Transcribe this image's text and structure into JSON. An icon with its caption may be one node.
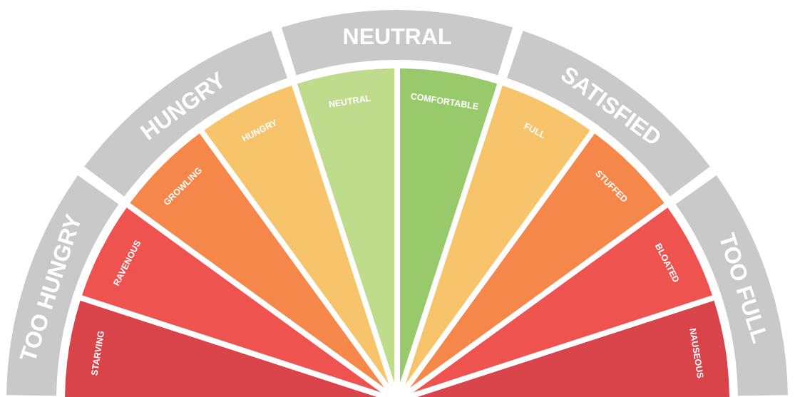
{
  "diagram": {
    "nodes": [
      {
        "text": [
          "TOO HUNGRY"
        ]
      },
      {
        "text": [
          "HUNGRY"
        ]
      },
      {
        "text": [
          "NEUTRAL"
        ]
      },
      {
        "text": [
          "SATISFIED"
        ]
      },
      {
        "text": [
          "TOO FULL"
        ]
      },
      {
        "text": [
          "STARVING"
        ]
      },
      {
        "text": [
          "RAVENOUS"
        ]
      },
      {
        "text": [
          "GROWLING"
        ]
      },
      {
        "text": [
          "HUNGRY"
        ]
      },
      {
        "text": [
          "NEUTRAL"
        ]
      },
      {
        "text": [
          "COMFORTABLE"
        ]
      },
      {
        "text": [
          "FULL"
        ]
      },
      {
        "text": [
          "STUFFED"
        ]
      },
      {
        "text": [
          "BLOATED"
        ]
      },
      {
        "text": [
          "NAUSEOUS"
        ]
      }
    ]
  }
}
